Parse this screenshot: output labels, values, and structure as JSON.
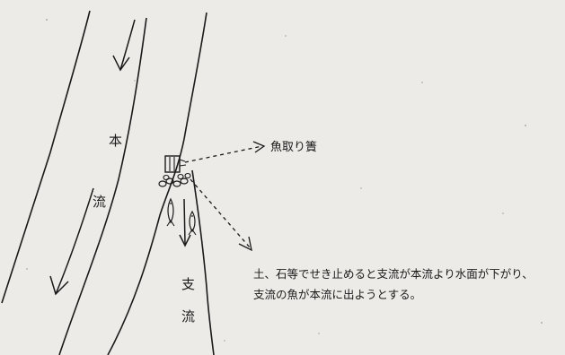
{
  "labels": {
    "main_river_char_1": "本",
    "main_river_char_2": "流",
    "tributary_char_1": "支",
    "tributary_char_2": "流",
    "fish_trap": "魚取り簀",
    "note_line_1": "土、石等でせき止めると支流が本流より水面が下がり、",
    "note_line_2": "支流の魚が本流に出ようとする。"
  },
  "colors": {
    "paper": "#ecebe8",
    "ink": "#1a1a1a"
  },
  "icons": {
    "main_arrows": "down-arrow-icon",
    "tributary_arrow": "down-arrow-icon",
    "fish": "fish-icon",
    "trap": "fish-trap-icon"
  }
}
